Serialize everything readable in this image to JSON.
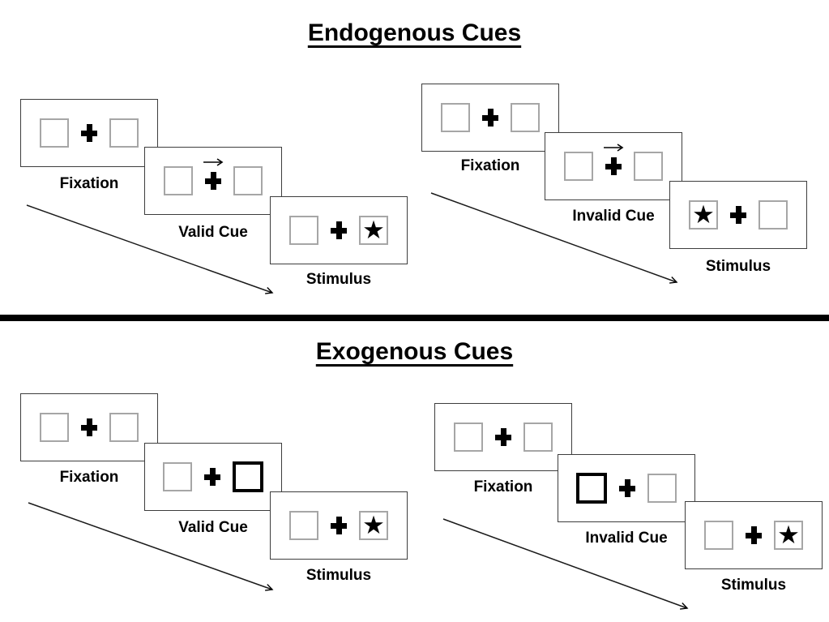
{
  "diagram": {
    "sections": [
      {
        "title": "Endogenous Cues",
        "groups": [
          {
            "name": "valid",
            "frames": [
              {
                "label": "Fixation",
                "type": "fixation"
              },
              {
                "label": "Valid Cue",
                "type": "central-arrow-cue",
                "cue_arrow_direction": "right"
              },
              {
                "label": "Stimulus",
                "type": "stimulus",
                "star_side": "right"
              }
            ]
          },
          {
            "name": "invalid",
            "frames": [
              {
                "label": "Fixation",
                "type": "fixation"
              },
              {
                "label": "Invalid Cue",
                "type": "central-arrow-cue",
                "cue_arrow_direction": "right"
              },
              {
                "label": "Stimulus",
                "type": "stimulus",
                "star_side": "left"
              }
            ]
          }
        ]
      },
      {
        "title": "Exogenous Cues",
        "groups": [
          {
            "name": "valid",
            "frames": [
              {
                "label": "Fixation",
                "type": "fixation"
              },
              {
                "label": "Valid Cue",
                "type": "peripheral-box-cue",
                "highlighted_box_side": "right"
              },
              {
                "label": "Stimulus",
                "type": "stimulus",
                "star_side": "right"
              }
            ]
          },
          {
            "name": "invalid",
            "frames": [
              {
                "label": "Fixation",
                "type": "fixation"
              },
              {
                "label": "Invalid Cue",
                "type": "peripheral-box-cue",
                "highlighted_box_side": "left"
              },
              {
                "label": "Stimulus",
                "type": "stimulus",
                "star_side": "right"
              }
            ]
          }
        ]
      }
    ],
    "glyphs": {
      "star": "★"
    },
    "colors": {
      "ink": "#000000",
      "panel_border": "#3d3d3d",
      "placeholder_square_border": "#a6a6a6",
      "cue_square_border": "#000000",
      "background": "#ffffff"
    }
  }
}
